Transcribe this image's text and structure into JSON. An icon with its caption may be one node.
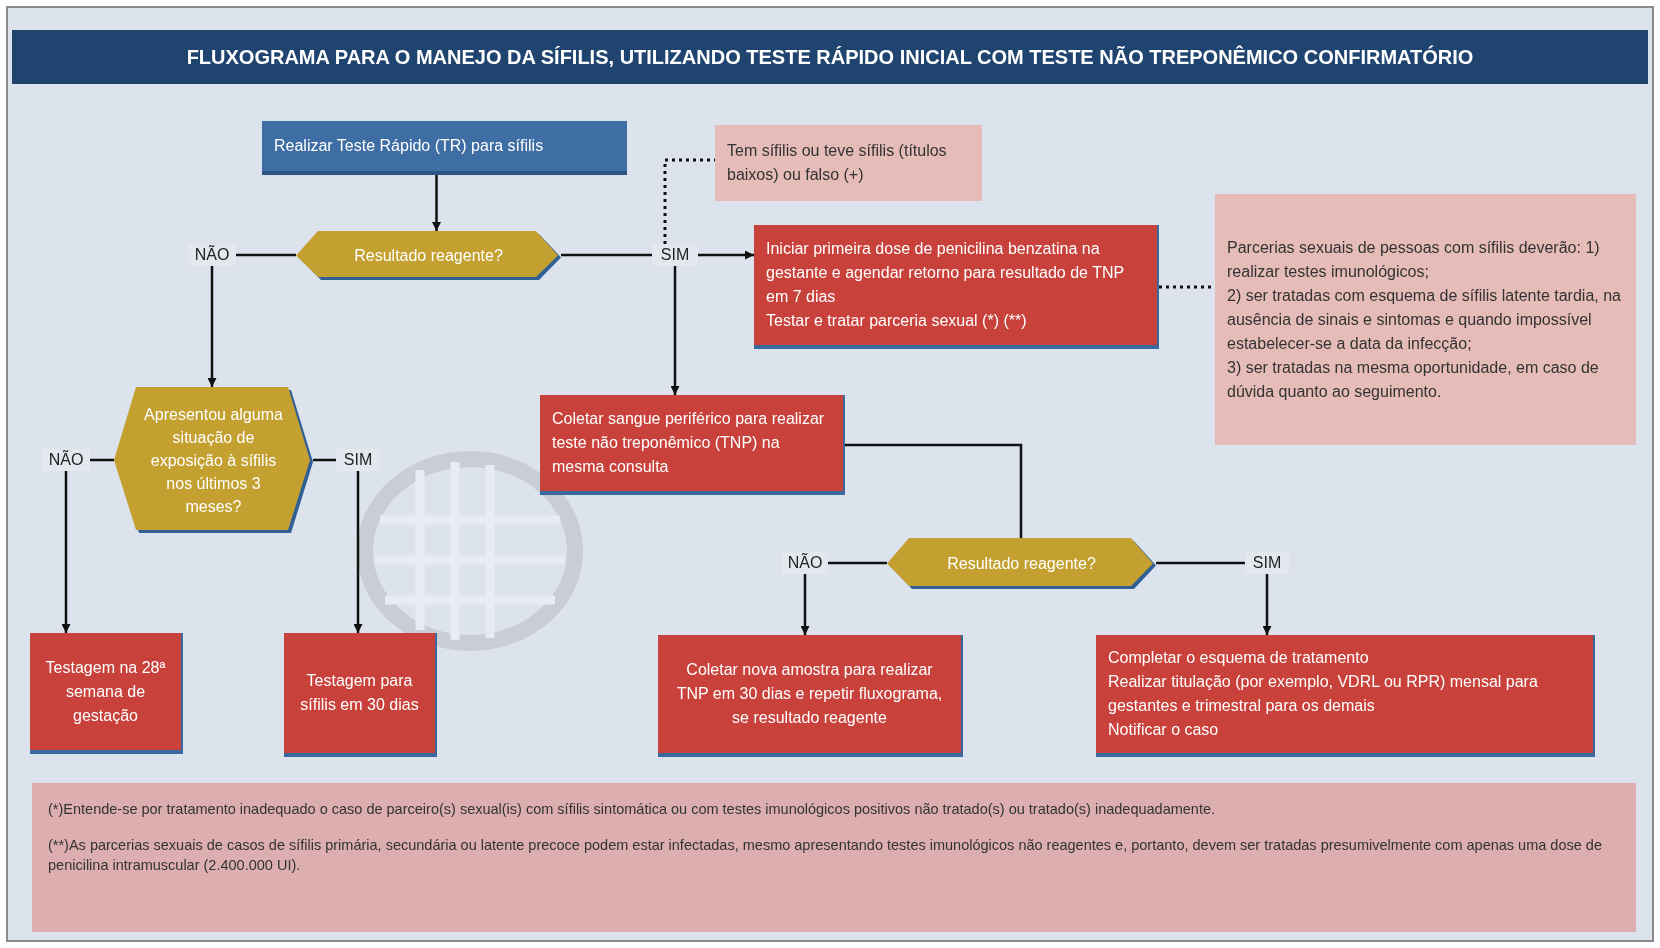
{
  "diagram": {
    "title": "FLUXOGRAMA PARA O MANEJO DA SÍFILIS, UTILIZANDO TESTE RÁPIDO INICIAL COM TESTE NÃO TREPONÊMICO CONFIRMATÓRIO",
    "nodes": [
      {
        "text": [
          "Realizar Teste Rápido (TR) para sífilis"
        ]
      },
      {
        "text": [
          "Resultado reagente?"
        ]
      },
      {
        "text": [
          "NÃO"
        ]
      },
      {
        "text": [
          "SIM"
        ]
      },
      {
        "text": [
          "Tem sífilis ou teve sífilis (títulos baixos) ou falso (+)"
        ]
      },
      {
        "text": [
          "Iniciar primeira dose de penicilina benzatina na gestante e agendar retorno para resultado de TNP em 7 dias",
          "Testar e tratar parceria sexual (*) (**)"
        ]
      },
      {
        "text": [
          "Parcerias sexuais de pessoas com sífilis deverão: 1) realizar testes imunológicos;",
          "2) ser tratadas com esquema de sífilis latente tardia, na ausência de sinais e sintomas e quando impossível estabelecer-se a data da infecção;",
          "3) ser tratadas na mesma oportunidade, em caso de dúvida quanto ao seguimento."
        ]
      },
      {
        "text": [
          "Coletar sangue periférico para realizar teste não treponêmico (TNP) na mesma consulta"
        ]
      },
      {
        "text": [
          "Apresentou alguma situação de exposição à sífilis nos últimos 3 meses?"
        ]
      },
      {
        "text": [
          "NÃO"
        ]
      },
      {
        "text": [
          "SIM"
        ]
      },
      {
        "text": [
          "Testagem na 28ª semana de gestação"
        ]
      },
      {
        "text": [
          "Testagem para sífilis em 30 dias"
        ]
      },
      {
        "text": [
          "Resultado reagente?"
        ]
      },
      {
        "text": [
          "NÃO"
        ]
      },
      {
        "text": [
          "SIM"
        ]
      },
      {
        "text": [
          "Coletar nova amostra para realizar TNP em 30 dias e repetir fluxograma, se resultado reagente"
        ]
      },
      {
        "text": [
          "Completar o esquema de tratamento",
          "Realizar titulação (por exemplo, VDRL ou RPR) mensal para gestantes e trimestral para os demais",
          "Notificar o caso"
        ]
      },
      {
        "text": [
          "(*)Entende-se por tratamento inadequado o caso de parceiro(s) sexual(is) com sífilis sintomática ou com testes imunológicos positivos não tratado(s) ou tratado(s) inadequadamente.",
          "(**)As parcerias sexuais de casos de sífilis primária, secundária ou latente precoce podem estar infectadas, mesmo apresentando testes imunológicos não reagentes e, portanto, devem ser tratadas presumivelmente com apenas uma dose de penicilina intramuscular (2.400.000 UI)."
        ]
      }
    ],
    "edges": [
      {
        "from": 0,
        "to": 1,
        "arrow": "to"
      },
      {
        "from": 1,
        "to": 2,
        "arrow": "none"
      },
      {
        "from": 2,
        "to": 8,
        "arrow": "to"
      },
      {
        "from": 1,
        "to": 3,
        "arrow": "none"
      },
      {
        "from": 3,
        "to": 5,
        "arrow": "to"
      },
      {
        "from": 3,
        "to": 4,
        "arrow": "none",
        "style": "dashed"
      },
      {
        "from": 3,
        "to": 7,
        "arrow": "to"
      },
      {
        "from": 5,
        "to": 6,
        "arrow": "none",
        "style": "dashed"
      },
      {
        "from": 8,
        "to": 9,
        "arrow": "none"
      },
      {
        "from": 9,
        "to": 11,
        "arrow": "to"
      },
      {
        "from": 8,
        "to": 10,
        "arrow": "none"
      },
      {
        "from": 10,
        "to": 12,
        "arrow": "to"
      },
      {
        "from": 7,
        "to": 13,
        "arrow": "none"
      },
      {
        "from": 13,
        "to": 14,
        "arrow": "none"
      },
      {
        "from": 14,
        "to": 16,
        "arrow": "to"
      },
      {
        "from": 13,
        "to": 15,
        "arrow": "none"
      },
      {
        "from": 15,
        "to": 17,
        "arrow": "to"
      }
    ]
  }
}
